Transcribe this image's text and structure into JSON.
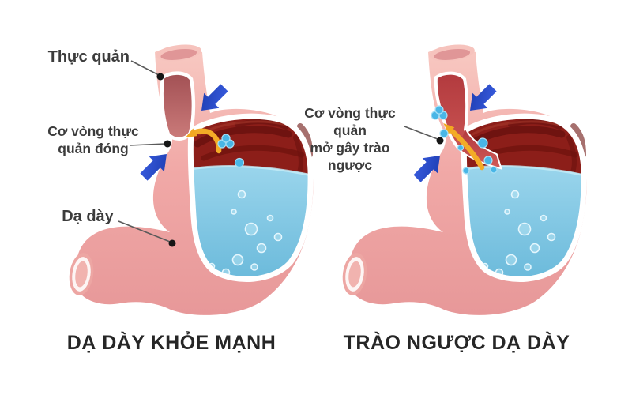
{
  "figure": {
    "left": {
      "caption": "DẠ DÀY KHỎE MẠNH",
      "labels": {
        "esophagus": "Thực quản",
        "sphincter": "Cơ vòng thực\nquản đóng",
        "stomach": "Dạ dày"
      }
    },
    "right": {
      "caption": "TRÀO NGƯỢC DẠ DÀY",
      "labels": {
        "sphincter": "Cơ vòng thực quản\nmở gây trào ngược"
      }
    },
    "colors": {
      "body_pink": "#efa6a5",
      "interior_red": "#8c1e19",
      "esophagus_inner_left": "#b05c5e",
      "esophagus_inner_right": "#c4474a",
      "acid_blue": "#79c4e2",
      "pressure_arrow_blue": "#2443c6",
      "flow_arrow_yellow": "#f3ab27",
      "label_text": "#3c3c3c",
      "caption_text": "#262626",
      "background": "#ffffff"
    },
    "icons": [
      "pressure-arrow-icon",
      "acid-contained-arrow-icon",
      "reflux-arrow-icon",
      "acid-droplet-icon"
    ]
  }
}
